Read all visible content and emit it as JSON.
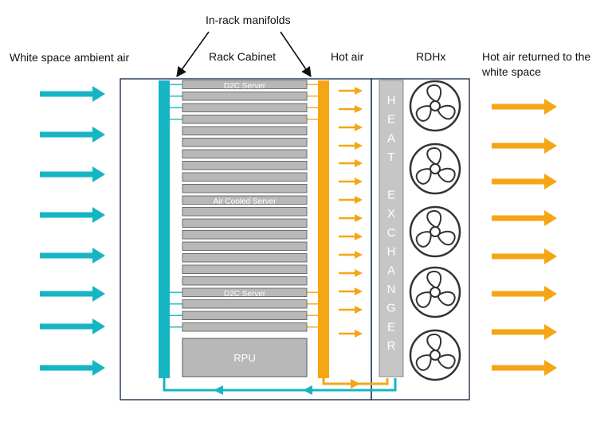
{
  "labels": {
    "ambient_air": "White space ambient air",
    "manifolds": "In-rack manifolds",
    "rack_cabinet": "Rack Cabinet",
    "hot_air": "Hot air",
    "rdhx": "RDHx",
    "hot_air_returned_line1": "Hot air returned to the",
    "hot_air_returned_line2": "white space"
  },
  "rack": {
    "d2c_server_top": "D2C Server",
    "air_cooled_server": "Air Cooled Server",
    "d2c_server_bottom": "D2C Server",
    "rpu": "RPU"
  },
  "heat_exchanger_letters": [
    "H",
    "E",
    "A",
    "T",
    "",
    "E",
    "X",
    "C",
    "H",
    "A",
    "N",
    "G",
    "E",
    "R"
  ],
  "colors": {
    "cold": "#16b5c4",
    "hot": "#f5a615",
    "server_fill": "#b8b8b8",
    "server_stroke": "#6b6b6b",
    "outline": "#1f3450"
  }
}
